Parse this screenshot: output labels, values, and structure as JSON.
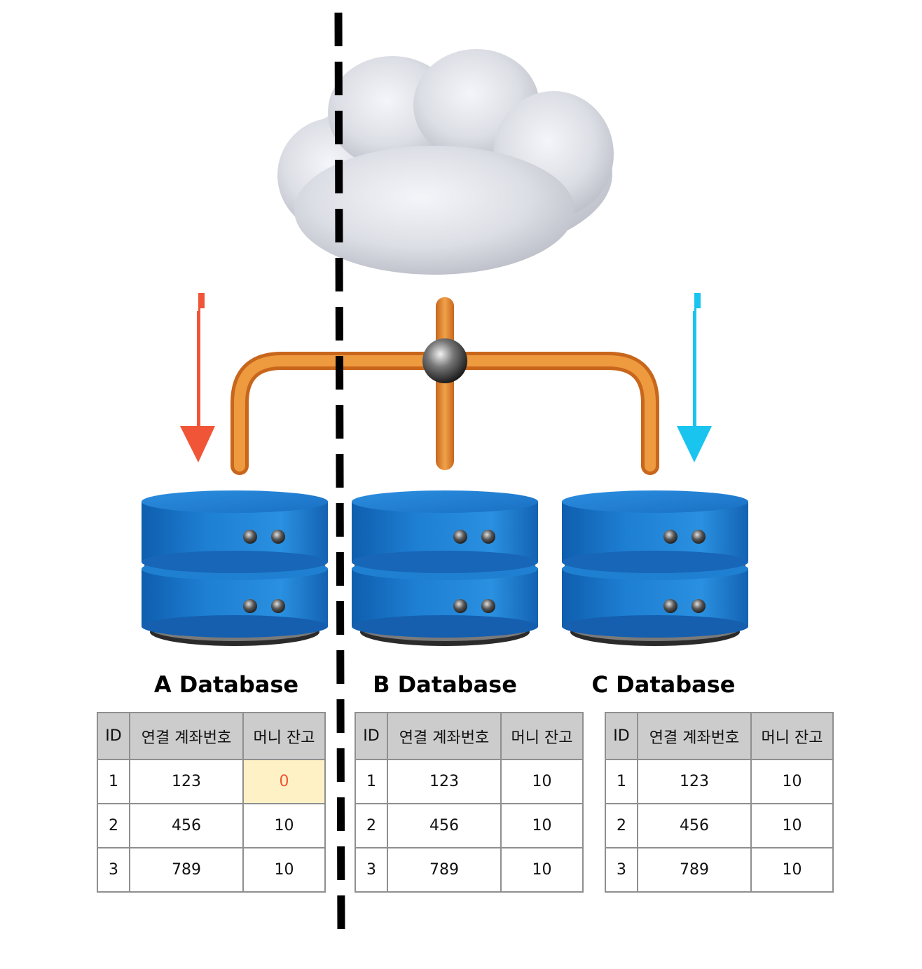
{
  "colors": {
    "pipe": "#e8872b",
    "database_blue": "#1a78c9",
    "arrow_left": "#f05537",
    "arrow_right": "#19c4ee",
    "highlight_bg": "#fff1c6",
    "highlight_text": "#f05537",
    "header_bg": "#cccccc"
  },
  "databases": [
    {
      "title": "A Database",
      "columns": [
        "ID",
        "연결 계좌번호",
        "머니 잔고"
      ],
      "rows": [
        [
          "1",
          "123",
          "0"
        ],
        [
          "2",
          "456",
          "10"
        ],
        [
          "3",
          "789",
          "10"
        ]
      ],
      "highlight": {
        "row": 0,
        "col": 2
      }
    },
    {
      "title": "B Database",
      "columns": [
        "ID",
        "연결 계좌번호",
        "머니 잔고"
      ],
      "rows": [
        [
          "1",
          "123",
          "10"
        ],
        [
          "2",
          "456",
          "10"
        ],
        [
          "3",
          "789",
          "10"
        ]
      ]
    },
    {
      "title": "C Database",
      "columns": [
        "ID",
        "연결 계좌번호",
        "머니 잔고"
      ],
      "rows": [
        [
          "1",
          "123",
          "10"
        ],
        [
          "2",
          "456",
          "10"
        ],
        [
          "3",
          "789",
          "10"
        ]
      ]
    }
  ]
}
